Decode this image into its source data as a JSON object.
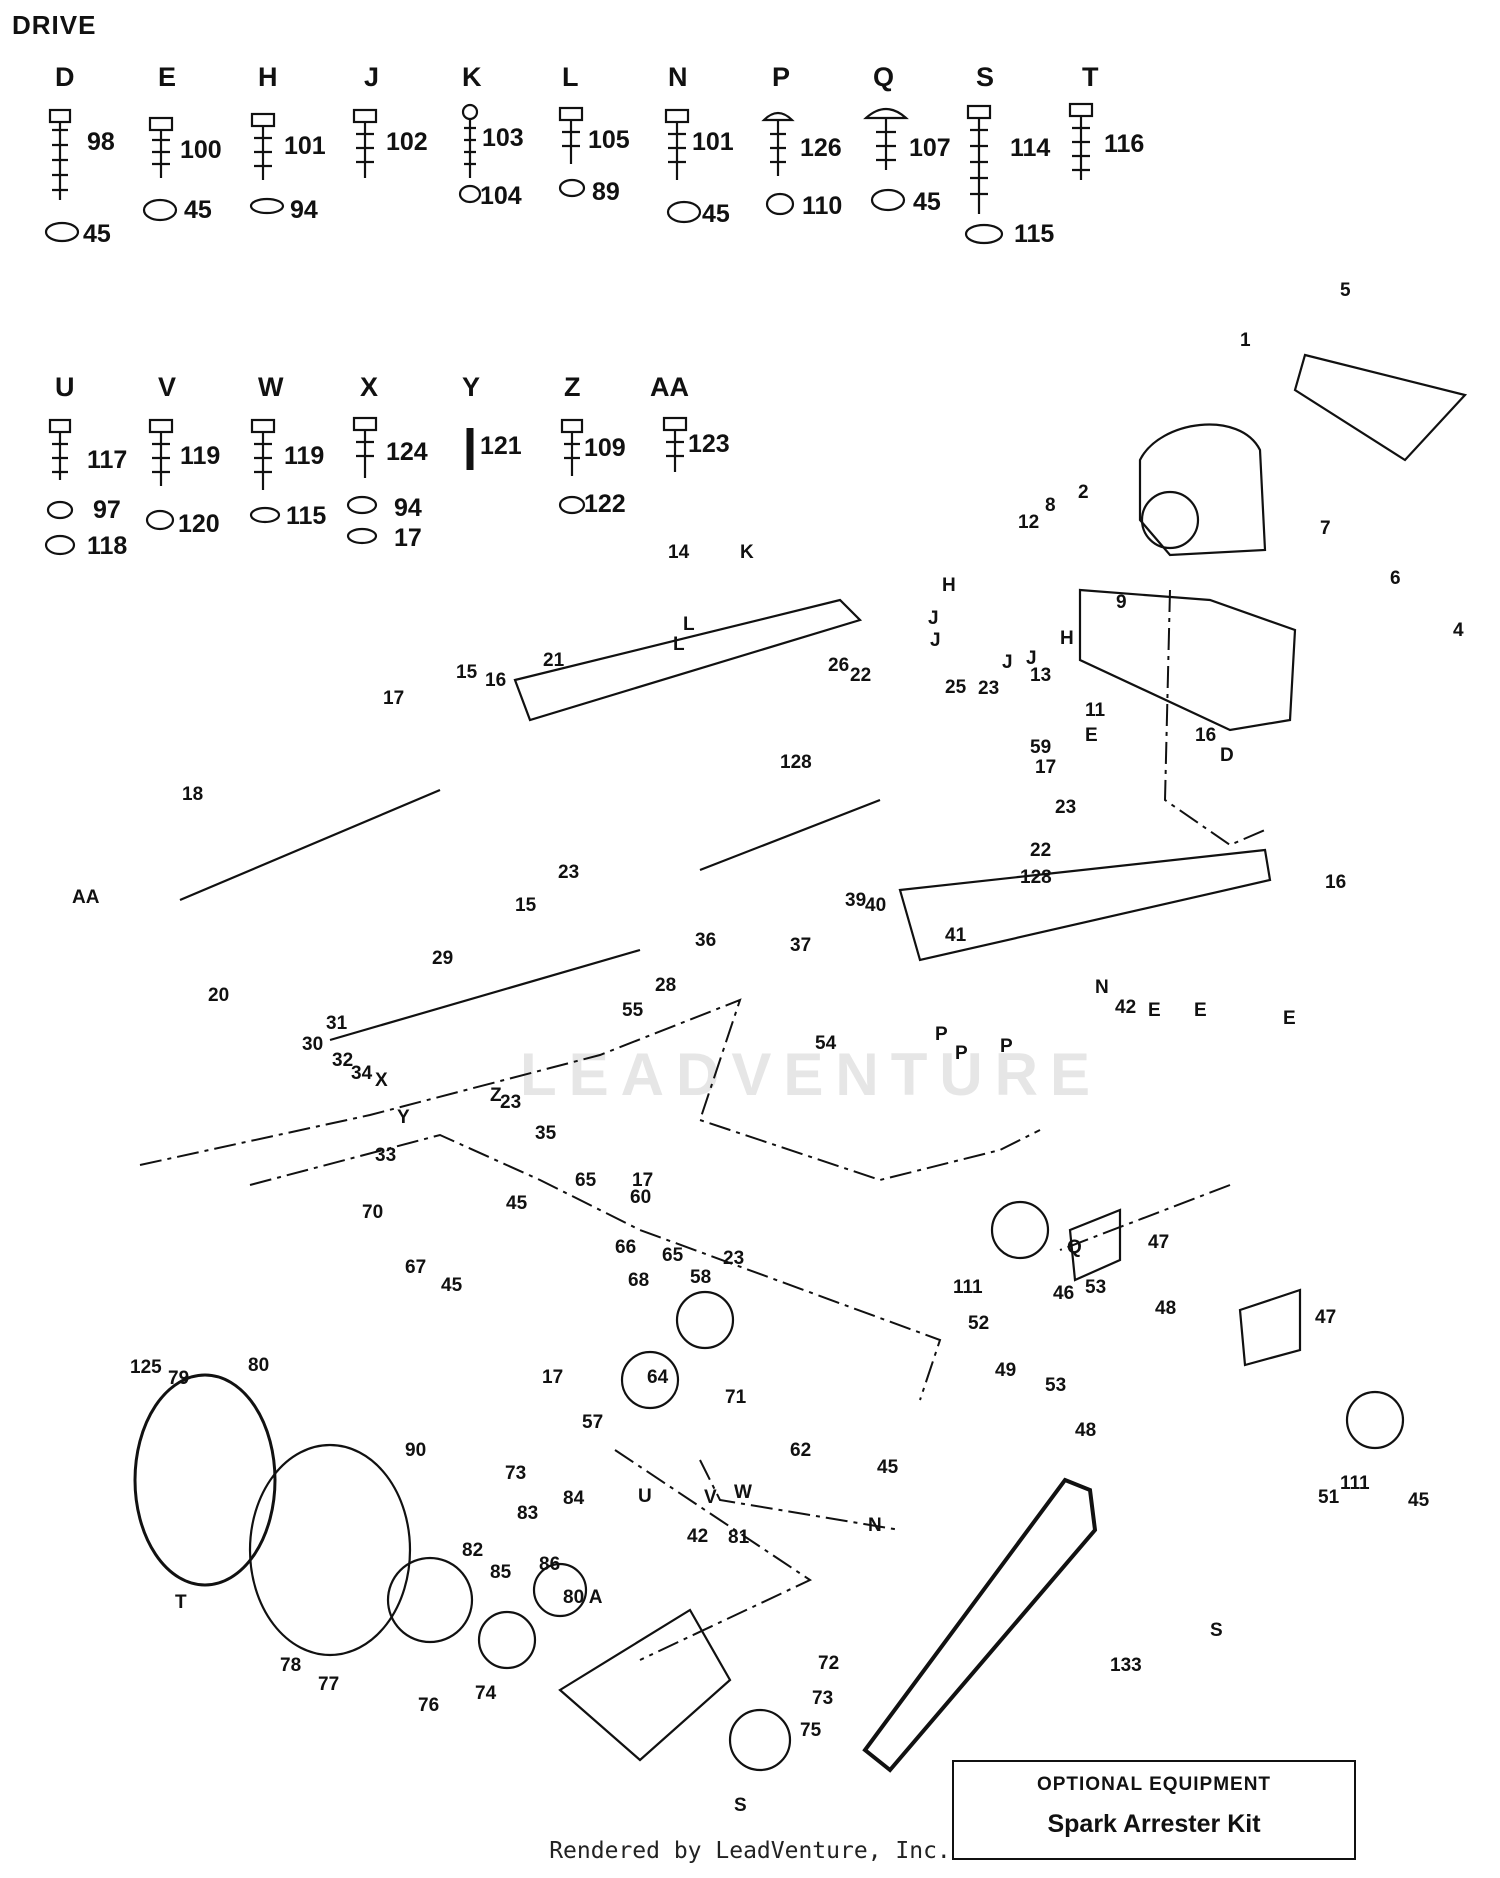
{
  "title": "DRIVE",
  "fasteners_row1": [
    {
      "letter": "D",
      "parts": [
        "98",
        "45"
      ]
    },
    {
      "letter": "E",
      "parts": [
        "100",
        "45"
      ]
    },
    {
      "letter": "H",
      "parts": [
        "101",
        "94"
      ]
    },
    {
      "letter": "J",
      "parts": [
        "102"
      ]
    },
    {
      "letter": "K",
      "parts": [
        "103",
        "104"
      ]
    },
    {
      "letter": "L",
      "parts": [
        "105",
        "89"
      ]
    },
    {
      "letter": "N",
      "parts": [
        "101",
        "45"
      ]
    },
    {
      "letter": "P",
      "parts": [
        "126",
        "110"
      ]
    },
    {
      "letter": "Q",
      "parts": [
        "107",
        "45"
      ]
    },
    {
      "letter": "S",
      "parts": [
        "114",
        "115"
      ]
    },
    {
      "letter": "T",
      "parts": [
        "116"
      ]
    }
  ],
  "fasteners_row2": [
    {
      "letter": "U",
      "parts": [
        "117",
        "97",
        "118"
      ]
    },
    {
      "letter": "V",
      "parts": [
        "119",
        "120"
      ]
    },
    {
      "letter": "W",
      "parts": [
        "119",
        "115"
      ]
    },
    {
      "letter": "X",
      "parts": [
        "124",
        "94",
        "17"
      ]
    },
    {
      "letter": "Y",
      "parts": [
        "121"
      ]
    },
    {
      "letter": "Z",
      "parts": [
        "109",
        "122"
      ]
    },
    {
      "letter": "AA",
      "parts": [
        "123"
      ]
    }
  ],
  "callouts": [
    "1",
    "5",
    "2",
    "7",
    "8",
    "12",
    "6",
    "4",
    "9",
    "H",
    "H",
    "J",
    "J",
    "J",
    "J",
    "13",
    "11",
    "E",
    "16",
    "D",
    "14",
    "K",
    "21",
    "L",
    "L",
    "26",
    "22",
    "25",
    "23",
    "128",
    "15",
    "16",
    "17",
    "59",
    "17",
    "23",
    "22",
    "128",
    "18",
    "AA",
    "20",
    "16",
    "23",
    "15",
    "36",
    "37",
    "39",
    "41",
    "29",
    "28",
    "40",
    "E",
    "E",
    "E",
    "N",
    "42",
    "55",
    "54",
    "P",
    "P",
    "P",
    "31",
    "30",
    "32",
    "34",
    "X",
    "Y",
    "Z",
    "33",
    "23",
    "35",
    "17",
    "70",
    "45",
    "65",
    "60",
    "66",
    "67",
    "68",
    "45",
    "65",
    "58",
    "23",
    "17",
    "64",
    "57",
    "71",
    "62",
    "N",
    "45",
    "Q",
    "46",
    "53",
    "47",
    "48",
    "111",
    "52",
    "49",
    "47",
    "53",
    "48",
    "51",
    "111",
    "45",
    "125",
    "79",
    "80",
    "90",
    "73",
    "83",
    "84",
    "U",
    "V",
    "W",
    "42",
    "81",
    "82",
    "85",
    "86",
    "80 A",
    "T",
    "78",
    "77",
    "76",
    "74",
    "72",
    "73",
    "75",
    "133",
    "S",
    "S"
  ],
  "optional_equipment": {
    "title": "OPTIONAL EQUIPMENT",
    "item": "Spark Arrester Kit"
  },
  "footer": "Rendered by LeadVenture, Inc.",
  "watermark": "LEADVENTURE"
}
